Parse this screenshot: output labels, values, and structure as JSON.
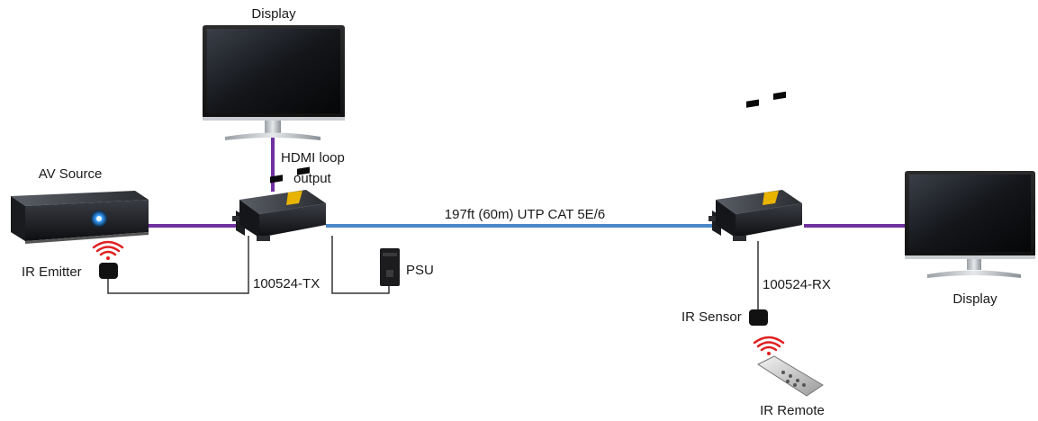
{
  "labels": {
    "display_top": "Display",
    "hdmi_loop_line1": "HDMI loop",
    "hdmi_loop_line2": "output",
    "av_source": "AV Source",
    "ir_emitter": "IR Emitter",
    "tx_model": "100524-TX",
    "psu": "PSU",
    "cable": "197ft (60m) UTP CAT 5E/6",
    "rx_model": "100524-RX",
    "ir_sensor": "IR Sensor",
    "ir_remote": "IR Remote",
    "display_right": "Display"
  },
  "colors": {
    "hdmi_line": "#7030a0",
    "cat_line": "#4a86c8",
    "wire": "#333333",
    "ir_signal": "#e02020",
    "device_body": "#222222",
    "accent_gold": "#e8b400",
    "source_glow": "#3aa0ff"
  },
  "icons": {
    "display": "monitor-icon",
    "source": "av-source-box-icon",
    "extender": "hdmi-extender-icon",
    "psu": "power-supply-icon",
    "ir": "ir-signal-icon",
    "remote": "remote-control-icon"
  }
}
